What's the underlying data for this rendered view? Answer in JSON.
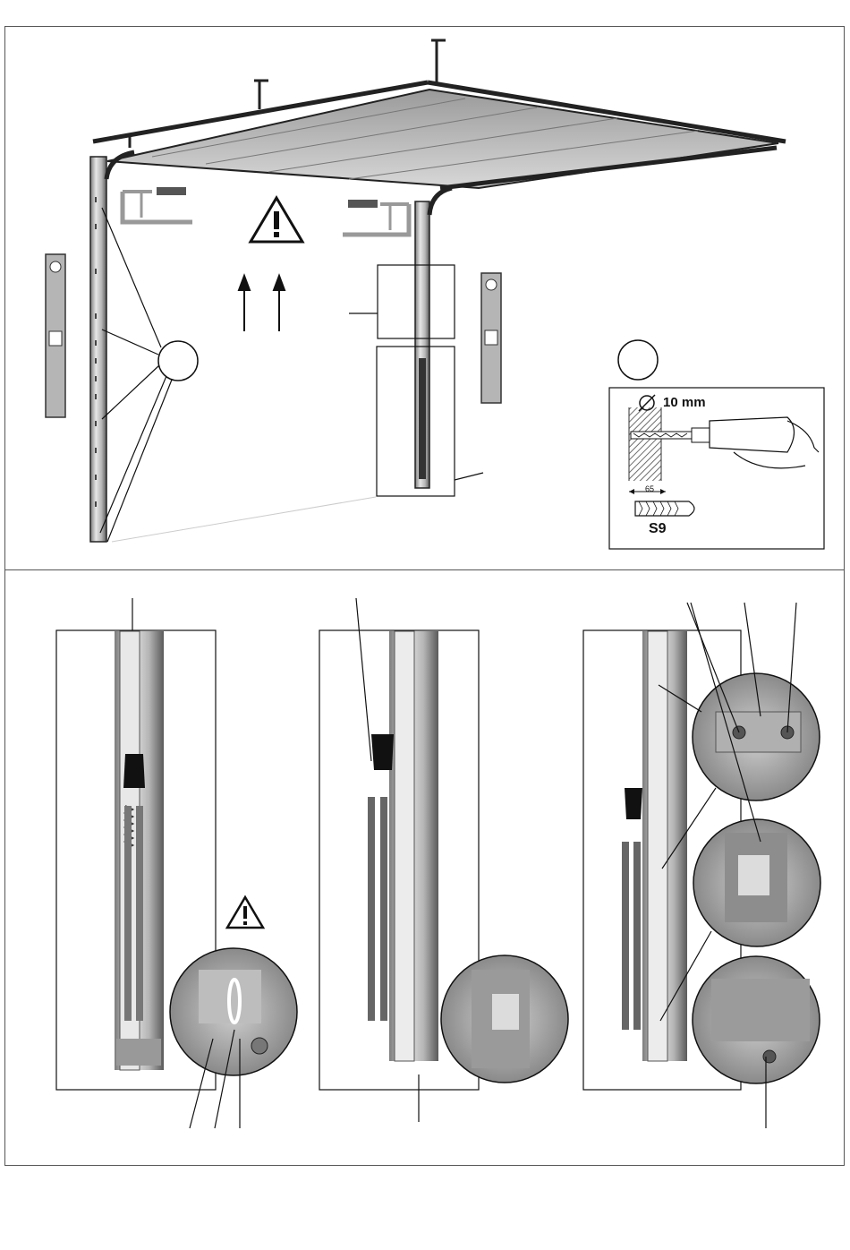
{
  "drill_detail": {
    "drill_diameter": "10 mm",
    "dowel_code": "S9",
    "depth_value": "65"
  },
  "colors": {
    "ink": "#1a1a1a",
    "frame": "#555555",
    "wall_hatch": "#6e6e6e",
    "panel": "#b8b8b8"
  },
  "icons": [
    "warning-triangle-icon",
    "clamp-icon",
    "spirit-level-icon",
    "drill-icon",
    "dowel-icon",
    "arrow-up-icon"
  ]
}
